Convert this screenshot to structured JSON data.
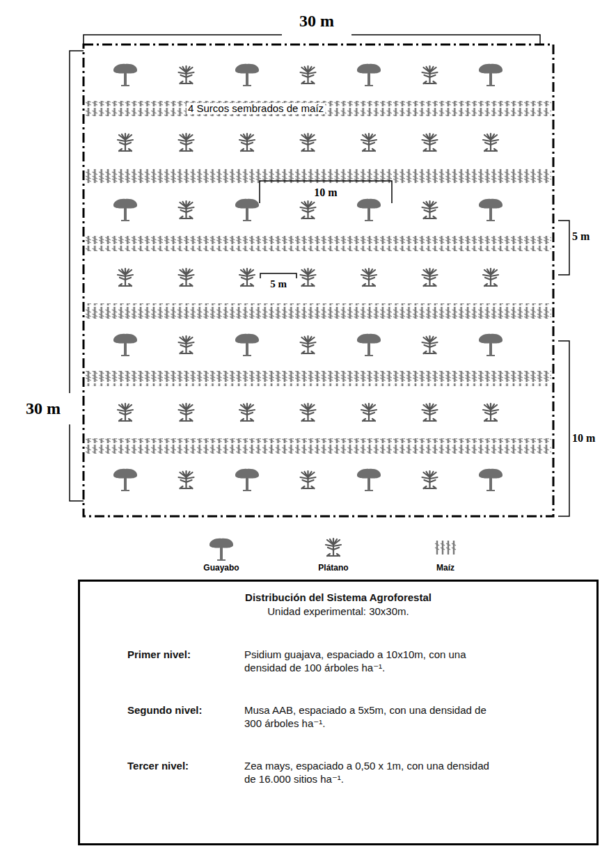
{
  "diagram": {
    "nodes": [
      {
        "text": [
          "Distribución del Sistema Agroforestal",
          "Unidad experimental: 30x30m.",
          "Primer nivel:",
          "Psidium guajava, espaciado a 10x10m, con una densidad de 100 árboles ha⁻¹.",
          "Segundo nivel:",
          "Musa AAB, espaciado a 5x5m, con una densidad de 300 árboles ha⁻¹.",
          "Tercer nivel:",
          "Zea mays, espaciado a 0,50 x 1m, con una densidad de 16.000 sitios ha⁻¹."
        ]
      }
    ],
    "labels": [
      "30 m",
      "4 Surcos sembrados de maíz",
      "10 m",
      "5 m",
      "30 m",
      "5 m",
      "10 m"
    ],
    "legend": [
      {
        "text": "Guayabo"
      },
      {
        "text": "Plátano"
      },
      {
        "text": "Maíz"
      }
    ]
  }
}
